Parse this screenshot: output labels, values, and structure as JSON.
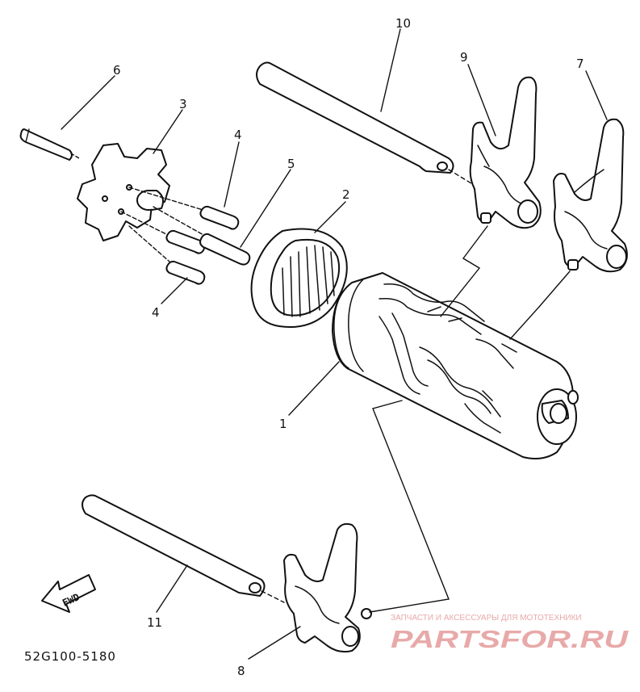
{
  "diagram": {
    "callouts": [
      "10",
      "9",
      "7",
      "6",
      "3",
      "4",
      "5",
      "2",
      "4",
      "1",
      "11",
      "8"
    ],
    "part_code": "52G100-5180",
    "fwd_label": "FWD"
  },
  "watermark": {
    "subtitle": "ЗАПЧАСТИ И АКСЕССУАРЫ ДЛЯ МОТОТЕХНИКИ",
    "brand": "PARTSFOR.RU",
    "color": "#e8a9a9"
  }
}
